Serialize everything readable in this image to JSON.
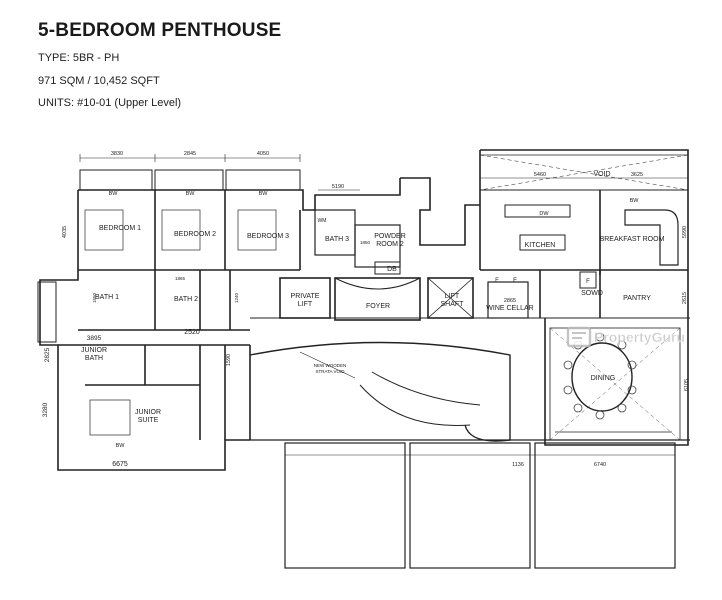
{
  "title": "5-BEDROOM PENTHOUSE",
  "type_line": "TYPE: 5BR - PH",
  "area_line": "971 SQM / 10,452 SQFT",
  "units_line": "UNITS:  #10-01 (Upper Level)",
  "rooms": {
    "bedroom1": "BEDROOM 1",
    "bedroom2": "BEDROOM 2",
    "bedroom3": "BEDROOM 3",
    "bath1": "BATH 1",
    "bath2": "BATH 2",
    "bath3": "BATH 3",
    "powder_room_1": "POWDER",
    "powder_room_2": "ROOM 2",
    "db": "DB",
    "private_lift_1": "PRIVATE",
    "private_lift_2": "LIFT",
    "foyer": "FOYER",
    "lift_shaft_1": "LIFT",
    "lift_shaft_2": "SHAFT",
    "kitchen": "KITCHEN",
    "breakfast_room": "BREAKFAST ROOM",
    "void": "VOID",
    "wine_cellar": "WINE CELLAR",
    "pantry": "PANTRY",
    "sowd": "SOWD",
    "junior_bath_1": "JUNIOR",
    "junior_bath_2": "BATH",
    "junior_suite_1": "JUNIOR",
    "junior_suite_2": "SUITE",
    "dining": "DINING",
    "strata_1": "NEW WOODEN",
    "strata_2": "STRATA VOID",
    "bw": "BW",
    "dw": "DW",
    "f": "F",
    "wm": "WM"
  },
  "dimensions": {
    "d3830": "3830",
    "d2845": "2845",
    "d4050": "4050",
    "d5190": "5190",
    "d5460": "5460",
    "d3625": "3625",
    "d4035": "4035",
    "d2520": "2520",
    "d3895": "3895",
    "d2825": "2825",
    "d3280": "3280",
    "d6675": "6675",
    "d1590": "1590",
    "d1136": "1136",
    "d6740": "6740",
    "d2865": "2865",
    "d5990": "5990",
    "d2615": "2615",
    "d6105": "6105",
    "d1865": "1865",
    "d1850": "1850",
    "d1550": "1550",
    "d1240": "1240"
  },
  "watermark": "PropertyGuru"
}
